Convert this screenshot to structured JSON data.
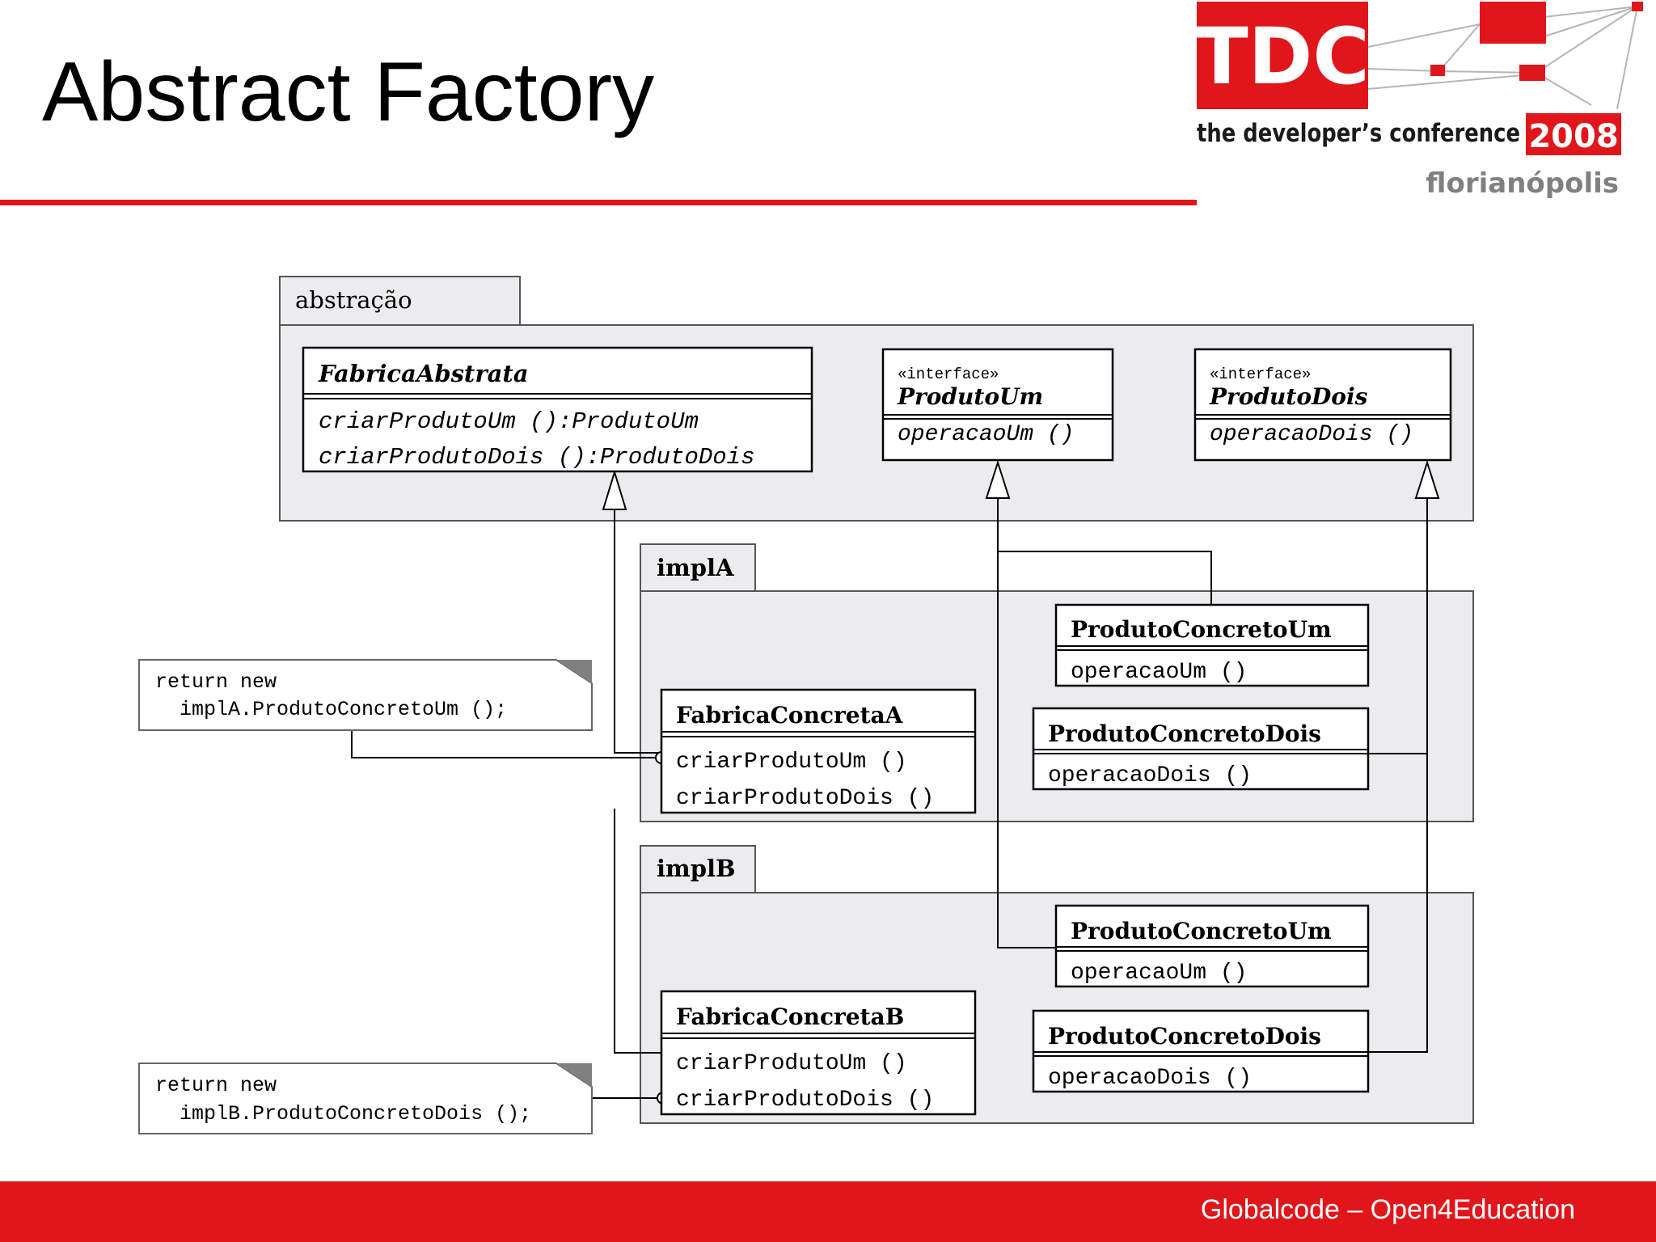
{
  "slide": {
    "title": "Abstract Factory",
    "footer": "Globalcode – Open4Education"
  },
  "logo": {
    "mark": "TDC",
    "tagline": "the developer’s conference",
    "year": "2008",
    "city": "florianópolis"
  },
  "packages": {
    "abstracao": {
      "name": "abstração"
    },
    "implA": {
      "name": "implA"
    },
    "implB": {
      "name": "implB"
    }
  },
  "classes": {
    "fabricaAbstrata": {
      "name": "FabricaAbstrata",
      "methods": [
        "criarProdutoUm ():ProdutoUm",
        "criarProdutoDois ():ProdutoDois"
      ]
    },
    "produtoUm": {
      "stereotype": "«interface»",
      "name": "ProdutoUm",
      "methods": [
        "operacaoUm ()"
      ]
    },
    "produtoDois": {
      "stereotype": "«interface»",
      "name": "ProdutoDois",
      "methods": [
        "operacaoDois ()"
      ]
    },
    "implA_produtoConcretoUm": {
      "name": "ProdutoConcretoUm",
      "methods": [
        "operacaoUm ()"
      ]
    },
    "implA_fabricaConcreta": {
      "name": "FabricaConcretaA",
      "methods": [
        "criarProdutoUm ()",
        "criarProdutoDois ()"
      ]
    },
    "implA_produtoConcretoDois": {
      "name": "ProdutoConcretoDois",
      "methods": [
        "operacaoDois ()"
      ]
    },
    "implB_produtoConcretoUm": {
      "name": "ProdutoConcretoUm",
      "methods": [
        "operacaoUm ()"
      ]
    },
    "implB_fabricaConcreta": {
      "name": "FabricaConcretaB",
      "methods": [
        "criarProdutoUm ()",
        "criarProdutoDois ()"
      ]
    },
    "implB_produtoConcretoDois": {
      "name": "ProdutoConcretoDois",
      "methods": [
        "operacaoDois ()"
      ]
    }
  },
  "notes": {
    "noteA": [
      "return new",
      "  implA.ProdutoConcretoUm ();"
    ],
    "noteB": [
      "return new",
      "  implB.ProdutoConcretoDois ();"
    ]
  },
  "colors": {
    "brand_red": "#e0161b",
    "package_fill": "#ececee",
    "line": "#000000"
  }
}
